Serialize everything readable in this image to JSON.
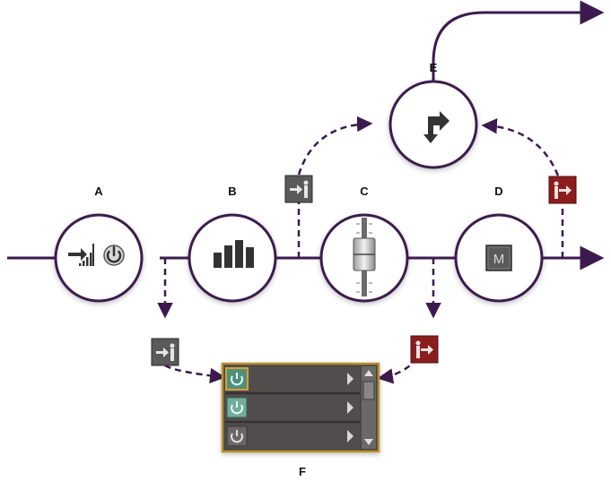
{
  "colors": {
    "line": "#3c1a4e",
    "node_fill": "#ffffff",
    "node_stroke": "#3c1a4e",
    "send_icon_bg": "#5a5a5a",
    "return_icon_bg": "#8c1d1d",
    "rack_bg": "#4a4646",
    "rack_border": "#b8902a",
    "power_on": "#6fae9a",
    "power_off": "#6a6666"
  },
  "nodes": {
    "a": {
      "label": "A",
      "icons": [
        "input-level-icon",
        "power-icon"
      ]
    },
    "b": {
      "label": "B",
      "icons": [
        "eq-bars-icon"
      ]
    },
    "c": {
      "label": "C",
      "icons": [
        "fader-icon"
      ]
    },
    "d": {
      "label": "D",
      "icons": [
        "mute-button-icon"
      ],
      "button_text": "M"
    },
    "e": {
      "label": "E",
      "icons": [
        "routing-arrow-icon"
      ]
    },
    "f": {
      "label": "F"
    }
  },
  "badges": {
    "send_icon": "send-icon",
    "return_icon": "return-icon"
  },
  "rack": {
    "slots": [
      {
        "power": "on"
      },
      {
        "power": "on"
      },
      {
        "power": "off"
      }
    ]
  }
}
